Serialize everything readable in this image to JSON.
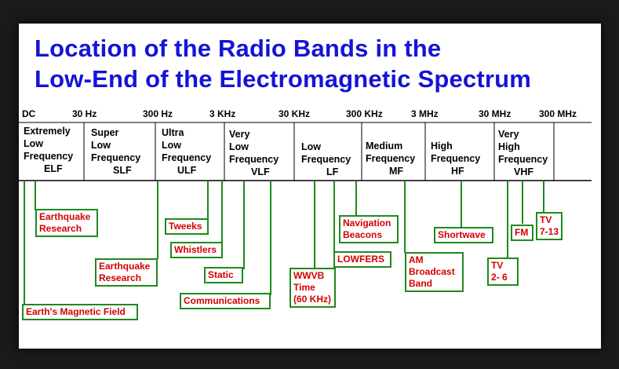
{
  "title": {
    "line1": "Location of the Radio Bands in the",
    "line2": "Low-End of the Electromagnetic Spectrum"
  },
  "frequencies": [
    "DC",
    "30 Hz",
    "300 Hz",
    "3 KHz",
    "30 KHz",
    "300 KHz",
    "3 MHz",
    "30 MHz",
    "300 MHz"
  ],
  "bands": [
    {
      "lines": [
        "Extremely",
        "Low",
        "Frequency"
      ],
      "abbr": "ELF"
    },
    {
      "lines": [
        "Super",
        "Low",
        "Frequency"
      ],
      "abbr": "SLF"
    },
    {
      "lines": [
        "Ultra",
        "Low",
        "Frequency"
      ],
      "abbr": "ULF"
    },
    {
      "lines": [
        "Very",
        "Low",
        "Frequency"
      ],
      "abbr": "VLF"
    },
    {
      "lines": [
        "Low",
        "Frequency"
      ],
      "abbr": "LF"
    },
    {
      "lines": [
        "Medium",
        "Frequency"
      ],
      "abbr": "MF"
    },
    {
      "lines": [
        "High",
        "Frequency"
      ],
      "abbr": "HF"
    },
    {
      "lines": [
        "Very",
        "High",
        "Frequency"
      ],
      "abbr": "VHF"
    }
  ],
  "labels": [
    {
      "id": "earthquake-research-1",
      "text": [
        "Earthquake",
        "Research"
      ]
    },
    {
      "id": "earths-magnetic-field",
      "text": [
        "Earth's Magnetic Field"
      ]
    },
    {
      "id": "tweeks",
      "text": [
        "Tweeks"
      ]
    },
    {
      "id": "earthquake-research-2",
      "text": [
        "Earthquake",
        "Research"
      ]
    },
    {
      "id": "whistlers",
      "text": [
        "Whistlers"
      ]
    },
    {
      "id": "static",
      "text": [
        "Static"
      ]
    },
    {
      "id": "communications",
      "text": [
        "Communications"
      ]
    },
    {
      "id": "wwvb-time",
      "text": [
        "WWVB",
        "Time",
        "(60 KHz)"
      ]
    },
    {
      "id": "navigation-beacons",
      "text": [
        "Navigation",
        "Beacons"
      ]
    },
    {
      "id": "lowfers",
      "text": [
        "LOWFERS"
      ]
    },
    {
      "id": "am-broadcast",
      "text": [
        "AM",
        "Broadcast",
        "Band"
      ]
    },
    {
      "id": "shortwave",
      "text": [
        "Shortwave"
      ]
    },
    {
      "id": "tv-2-6",
      "text": [
        "TV",
        "2- 6"
      ]
    },
    {
      "id": "fm",
      "text": [
        "FM"
      ]
    },
    {
      "id": "tv-7-13",
      "text": [
        "TV",
        "7-13"
      ]
    }
  ],
  "colors": {
    "title": "#1414d6",
    "label_text": "#d40000",
    "leader_line": "#1e8a1e"
  }
}
